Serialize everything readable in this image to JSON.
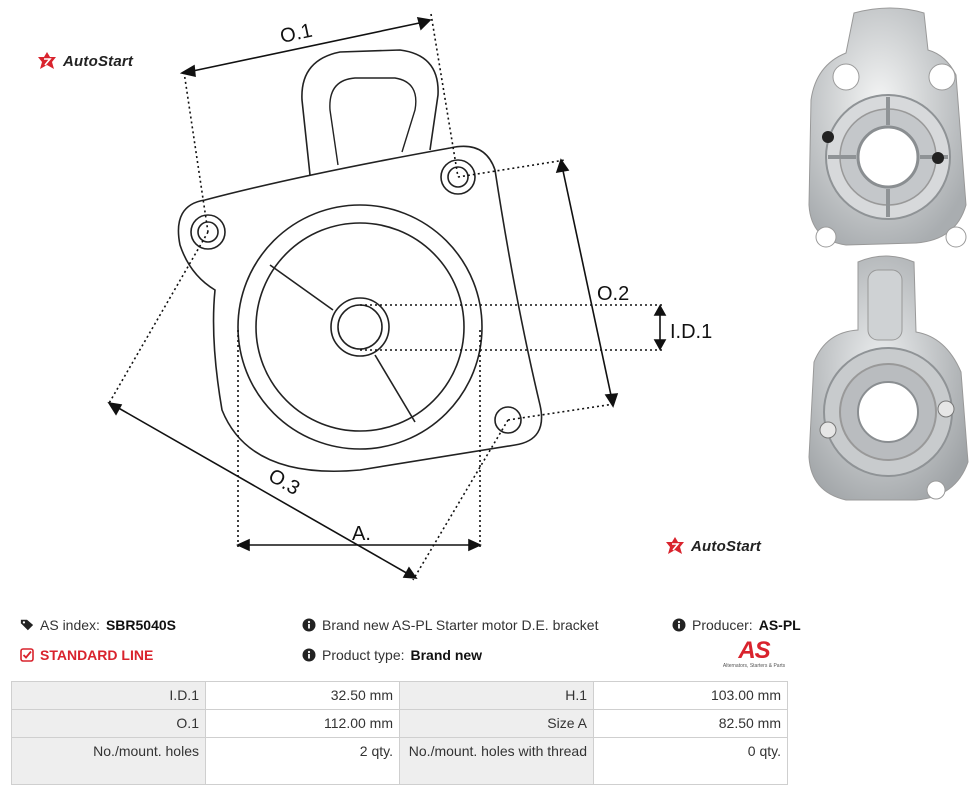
{
  "brand": {
    "logo_text": "AutoStart",
    "logo_icon": "autostart-star-icon"
  },
  "drawing": {
    "labels": {
      "o1": "O.1",
      "o2": "O.2",
      "o3": "O.3",
      "id1": "I.D.1",
      "a": "A."
    }
  },
  "info": {
    "as_index_label": "AS index:",
    "as_index_value": "SBR5040S",
    "standard_line": "STANDARD LINE",
    "description": "Brand new AS-PL Starter motor D.E. bracket",
    "product_type_label": "Product type:",
    "product_type_value": "Brand new",
    "producer_label": "Producer:",
    "producer_value": "AS-PL",
    "producer_logo_text": "AS",
    "producer_logo_sub": "Alternators, Starters & Parts"
  },
  "specs": [
    [
      "I.D.1",
      "32.50 mm",
      "H.1",
      "103.00 mm"
    ],
    [
      "O.1",
      "112.00 mm",
      "Size A",
      "82.50 mm"
    ],
    [
      "No./mount. holes",
      "2 qty.",
      "No./mount. holes with thread",
      "0 qty."
    ]
  ],
  "colors": {
    "accent_red": "#d9232d",
    "label_bg": "#eeeeee",
    "border": "#cfcfcf"
  }
}
